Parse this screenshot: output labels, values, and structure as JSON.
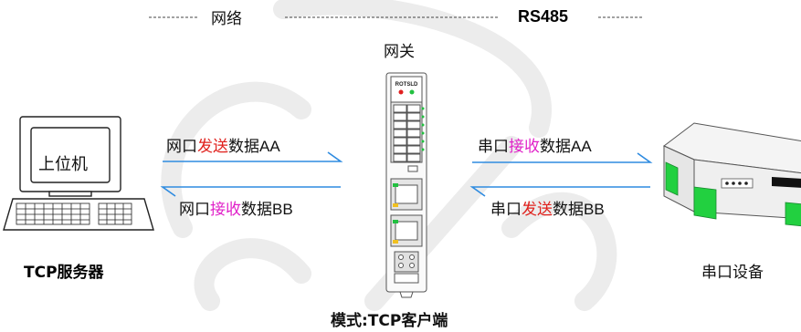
{
  "top": {
    "network": "网络",
    "rs485": "RS485"
  },
  "gateway_label": "网关",
  "left_device": {
    "screen_text": "上位机",
    "label": "TCP服务器"
  },
  "right_device": {
    "label": "串口设备"
  },
  "flows": {
    "left_top": {
      "a": "网口",
      "b": "发送",
      "c": "数据",
      "d": "AA"
    },
    "left_bottom": {
      "a": "网口",
      "b": "接收",
      "c": "数据",
      "d": "BB"
    },
    "right_top": {
      "a": "串口",
      "b": "接收",
      "c": "数据",
      "d": "AA"
    },
    "right_bottom": {
      "a": "串口",
      "b": "发送",
      "c": "数据",
      "d": "BB"
    }
  },
  "mode": "模式:TCP客户端",
  "colors": {
    "arrow": "#2e8be0",
    "send": "#e0201c",
    "receive": "#e020c8",
    "led_green": "#22c040"
  }
}
